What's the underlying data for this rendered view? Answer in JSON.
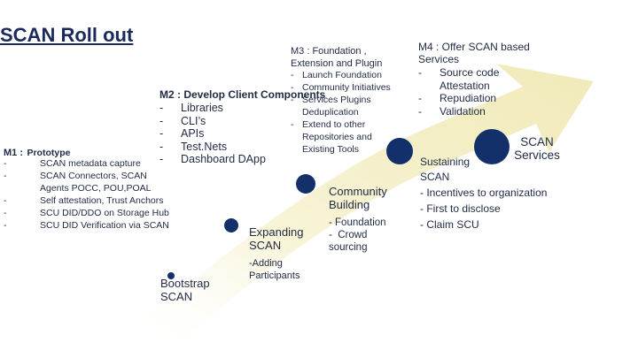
{
  "title": "SCAN Roll out",
  "m1": {
    "label": "M1 :",
    "name": "Prototype",
    "items": [
      "SCAN metadata capture",
      "SCAN Connectors, SCAN Agents POCC, POU,POAL",
      "Self attestation, Trust Anchors",
      "SCU DID/DDO on Storage Hub",
      "SCU DID Verification via SCAN"
    ]
  },
  "m2": {
    "heading": "M2 : Develop Client Components",
    "items": [
      "Libraries",
      "CLI’s",
      "APIs",
      "Test.Nets",
      "Dashboard DApp"
    ]
  },
  "m3": {
    "heading_line1": "M3 : Foundation ,",
    "heading_line2": "Extension and Plugin",
    "items": [
      "Launch Foundation",
      "Community Initiatives",
      "Services Plugins Deduplication",
      "Extend to other Repositories and Existing Tools"
    ]
  },
  "m4": {
    "heading_line1": "M4 : Offer SCAN based",
    "heading_line2": "Services",
    "items": [
      "Source code Attestation",
      "Repudiation",
      "Validation"
    ]
  },
  "stages": {
    "bootstrap": [
      "Bootstrap",
      "SCAN"
    ],
    "expanding": [
      "Expanding",
      "SCAN"
    ],
    "expanding_note": [
      "-Adding",
      "Participants"
    ],
    "community": [
      "Community",
      "Building"
    ],
    "community_items": [
      "- Foundation",
      "-  Crowd",
      "sourcing"
    ],
    "sustaining": [
      "Sustaining",
      "SCAN"
    ],
    "sustaining_items": [
      "- Incentives to organization",
      "- First to disclose",
      "- Claim SCU"
    ],
    "services": [
      "SCAN",
      "Services"
    ]
  },
  "colors": {
    "dot": "#13306a",
    "arrow": "#f4efc4",
    "text": "#1f2a44",
    "title": "#1a2a5c"
  }
}
